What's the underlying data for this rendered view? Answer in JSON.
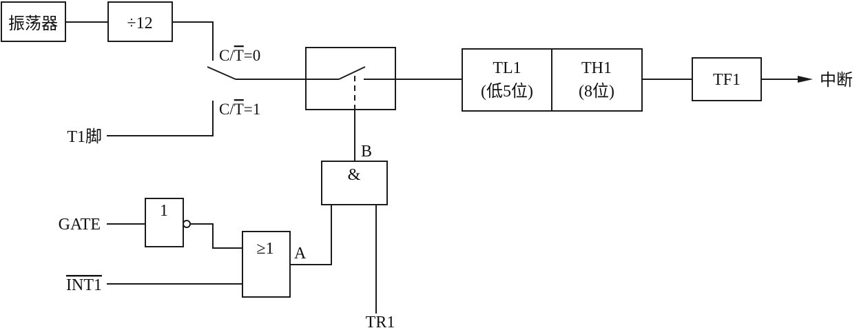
{
  "labels": {
    "oscillator": "振荡器",
    "divider": "÷12",
    "sel_timer": "C/T=0",
    "sel_counter": "C/T=1",
    "t1_pin": "T1脚",
    "tl1_name": "TL1",
    "tl1_desc": "(低5位)",
    "th1_name": "TH1",
    "th1_desc": "(8位)",
    "tf1": "TF1",
    "interrupt": "中断",
    "and_gate": "&",
    "node_b": "B",
    "node_a": "A",
    "not_gate": "1",
    "or_gate": "≥1",
    "gate_input": "GATE",
    "int1_input": "INT1",
    "tr1_input": "TR1"
  },
  "colors": {
    "line": "#1a1a1a",
    "text": "#111111",
    "background": "#ffffff"
  }
}
